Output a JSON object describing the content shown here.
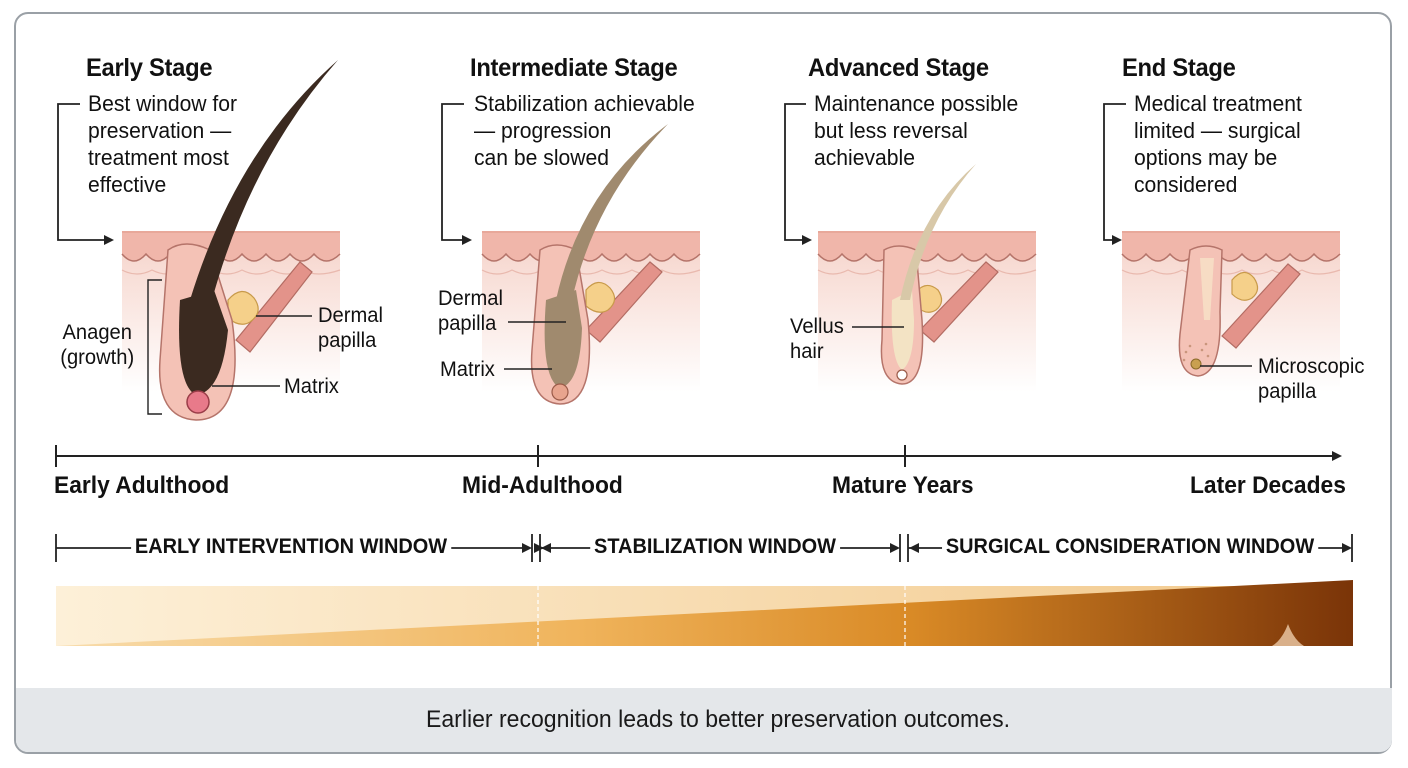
{
  "stages": [
    {
      "title": "Early Stage",
      "description": "Best window for\npreservation —\ntreatment most\neffective"
    },
    {
      "title": "Intermediate Stage",
      "description": "Stabilization achievable\n— progression\ncan be slowed"
    },
    {
      "title": "Advanced Stage",
      "description": "Maintenance possible\nbut less reversal\nachievable"
    },
    {
      "title": "End Stage",
      "description": "Medical treatment\nlimited — surgical\noptions may be\nconsidered"
    }
  ],
  "labels": {
    "anagen": "Anagen\n(growth)",
    "dermal_papilla_1": "Dermal\npapilla",
    "matrix_1": "Matrix",
    "dermal_papilla_2": "Dermal\npapilla",
    "matrix_2": "Matrix",
    "vellus_hair": "Vellus\nhair",
    "microscopic_papilla": "Microscopic\npapilla"
  },
  "timeline": [
    "Early Adulthood",
    "Mid-Adulthood",
    "Mature Years",
    "Later Decades"
  ],
  "windows": [
    "EARLY INTERVENTION WINDOW",
    "STABILIZATION WINDOW",
    "SURGICAL CONSIDERATION WINDOW"
  ],
  "footer": {
    "icon": "camera-magnifier-icon",
    "text": "Earlier recognition leads to better preservation outcomes."
  },
  "colors": {
    "hair_early": "#3b2a20",
    "hair_mid": "#a08a6e",
    "hair_late": "#d8c8a8",
    "skin": "#f2b9ae",
    "gradient_start": "#f8dcab",
    "gradient_mid": "#d98a26",
    "gradient_end": "#7a3408"
  }
}
